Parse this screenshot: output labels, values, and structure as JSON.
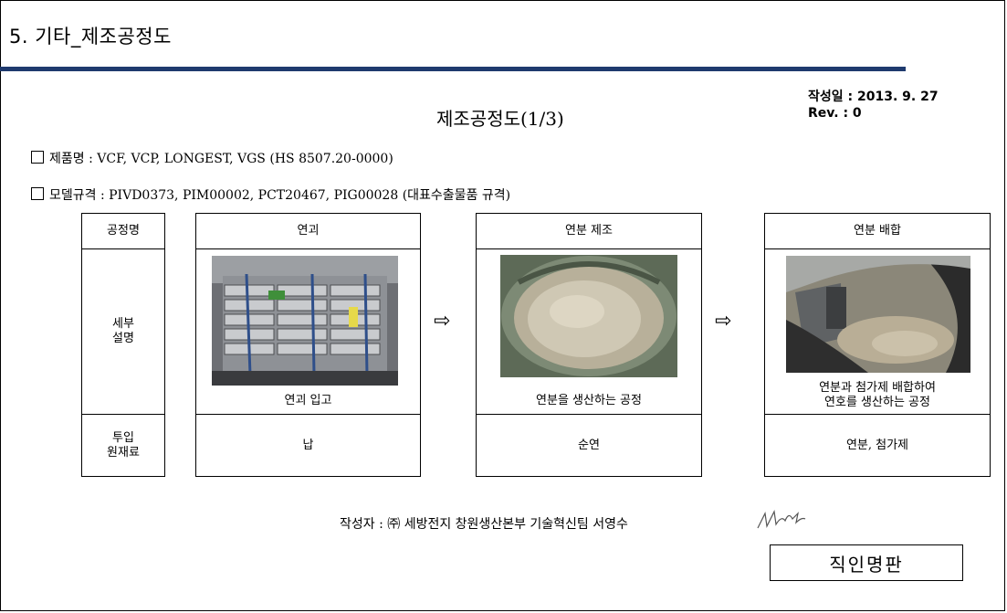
{
  "header": {
    "section_title": "5. 기타_제조공정도",
    "doc_title": "제조공정도(1/3)",
    "date_line": "작성일 : 2013. 9. 27",
    "rev_line": "Rev. : 0"
  },
  "info": {
    "product_line": "제품명 : VCF, VCP, LONGEST, VGS  (HS 8507.20-0000)",
    "model_line": "모델규격 : PIVD0373,  PIM00002,  PCT20467,  PIG00028  (대표수출물품 규격)"
  },
  "table": {
    "row_labels": {
      "process_name": "공정명",
      "detail": "세부\n설명",
      "input": "투입\n원재료"
    },
    "steps": [
      {
        "name": "연괴",
        "caption": "연괴 입고",
        "material": "납",
        "photo": "lead-ingot-stack-photo"
      },
      {
        "name": "연분 제조",
        "caption": "연분을 생산하는 공정",
        "material": "순연",
        "photo": "lead-powder-bowl-photo"
      },
      {
        "name": "연분 배합",
        "caption": "연분과 첨가제 배합하여\n연호를 생산하는 공정",
        "material": "연분, 첨가제",
        "photo": "paste-mixer-photo"
      }
    ],
    "arrow_icon": "right-arrow-icon",
    "arrow_glyph": "⇨"
  },
  "footer": {
    "author": "작성자 : ㈜ 세방전지 창원생산본부 기술혁신팀 서영수",
    "stamp": "직인명판"
  }
}
